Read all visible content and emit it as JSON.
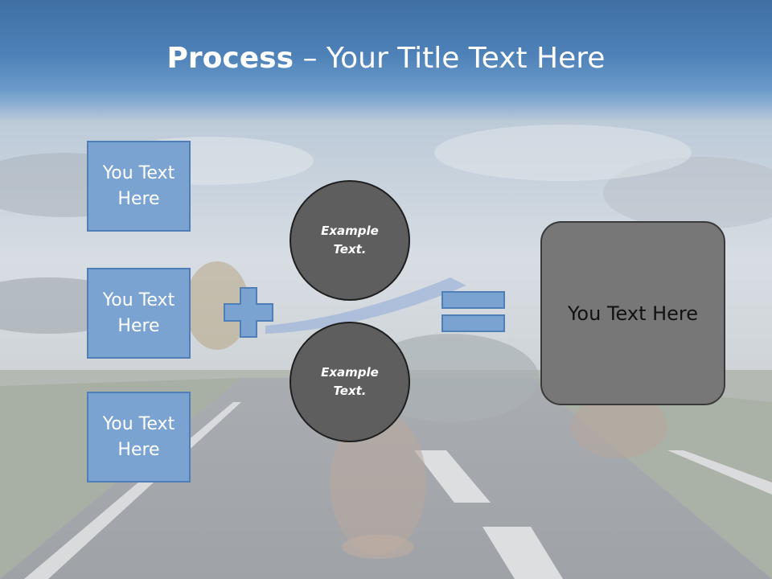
{
  "slide": {
    "title_bold": "Process",
    "title_rest": " – Your Title Text Here",
    "boxes": [
      {
        "text": "You Text Here"
      },
      {
        "text": "You Text Here"
      },
      {
        "text": "You Text Here"
      }
    ],
    "circles": [
      {
        "text": "Example Text."
      },
      {
        "text": "Example Text."
      }
    ],
    "result_text": "You Text Here",
    "colors": {
      "header": "#4d81b7",
      "box_fill": "#7aa3d2",
      "circle_fill": "#5e5e5e",
      "result_fill": "#777777"
    },
    "icons": [
      "plus-icon",
      "equals-icon"
    ]
  }
}
